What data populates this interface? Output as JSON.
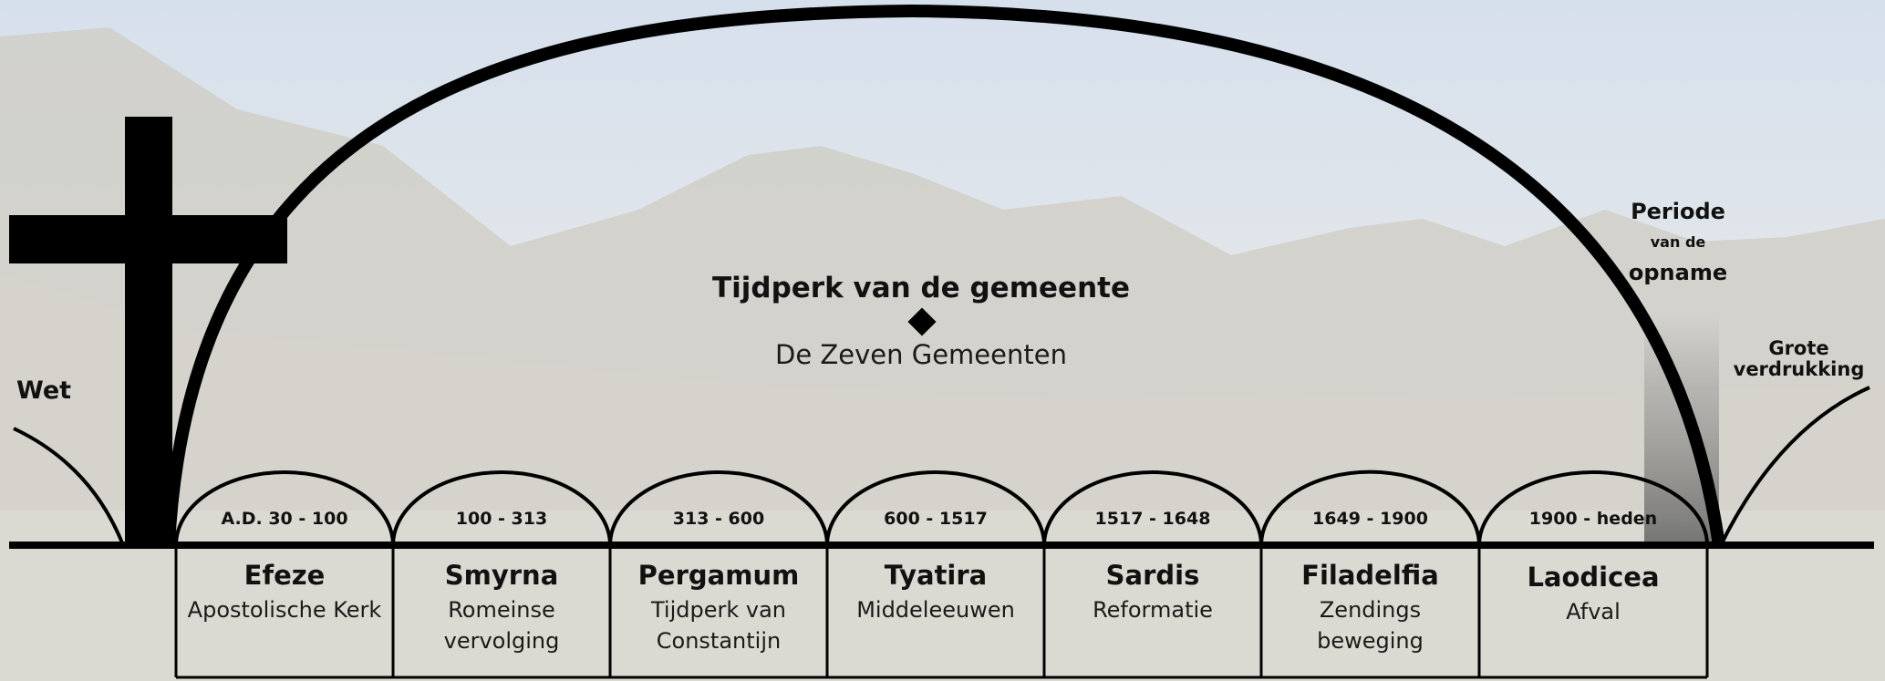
{
  "title": "Tijdperk van de gemeente",
  "subtitle": "De Zeven Gemeenten",
  "left_label": "Wet",
  "rapture": {
    "line1": "Periode",
    "line2": "van de",
    "line3": "opname"
  },
  "tribulation": {
    "line1": "Grote",
    "line2": "verdrukking"
  },
  "churches": [
    {
      "date": "A.D. 30 - 100",
      "name": "Efeze",
      "desc1": "Apostolische Kerk",
      "desc2": ""
    },
    {
      "date": "100 - 313",
      "name": "Smyrna",
      "desc1": "Romeinse",
      "desc2": "vervolging"
    },
    {
      "date": "313 - 600",
      "name": "Pergamum",
      "desc1": "Tijdperk van",
      "desc2": "Constantijn"
    },
    {
      "date": "600 - 1517",
      "name": "Tyatira",
      "desc1": "Middeleeuwen",
      "desc2": ""
    },
    {
      "date": "1517 - 1648",
      "name": "Sardis",
      "desc1": "Reformatie",
      "desc2": ""
    },
    {
      "date": "1649 - 1900",
      "name": "Filadelfia",
      "desc1": "Zendings",
      "desc2": "beweging"
    },
    {
      "date": "1900 - heden",
      "name": "Laodicea",
      "desc1": "Afval",
      "desc2": ""
    }
  ],
  "colors": {
    "ink": "#000000",
    "sky": "#dfe6ee",
    "mountain": "#c9c8c3"
  }
}
